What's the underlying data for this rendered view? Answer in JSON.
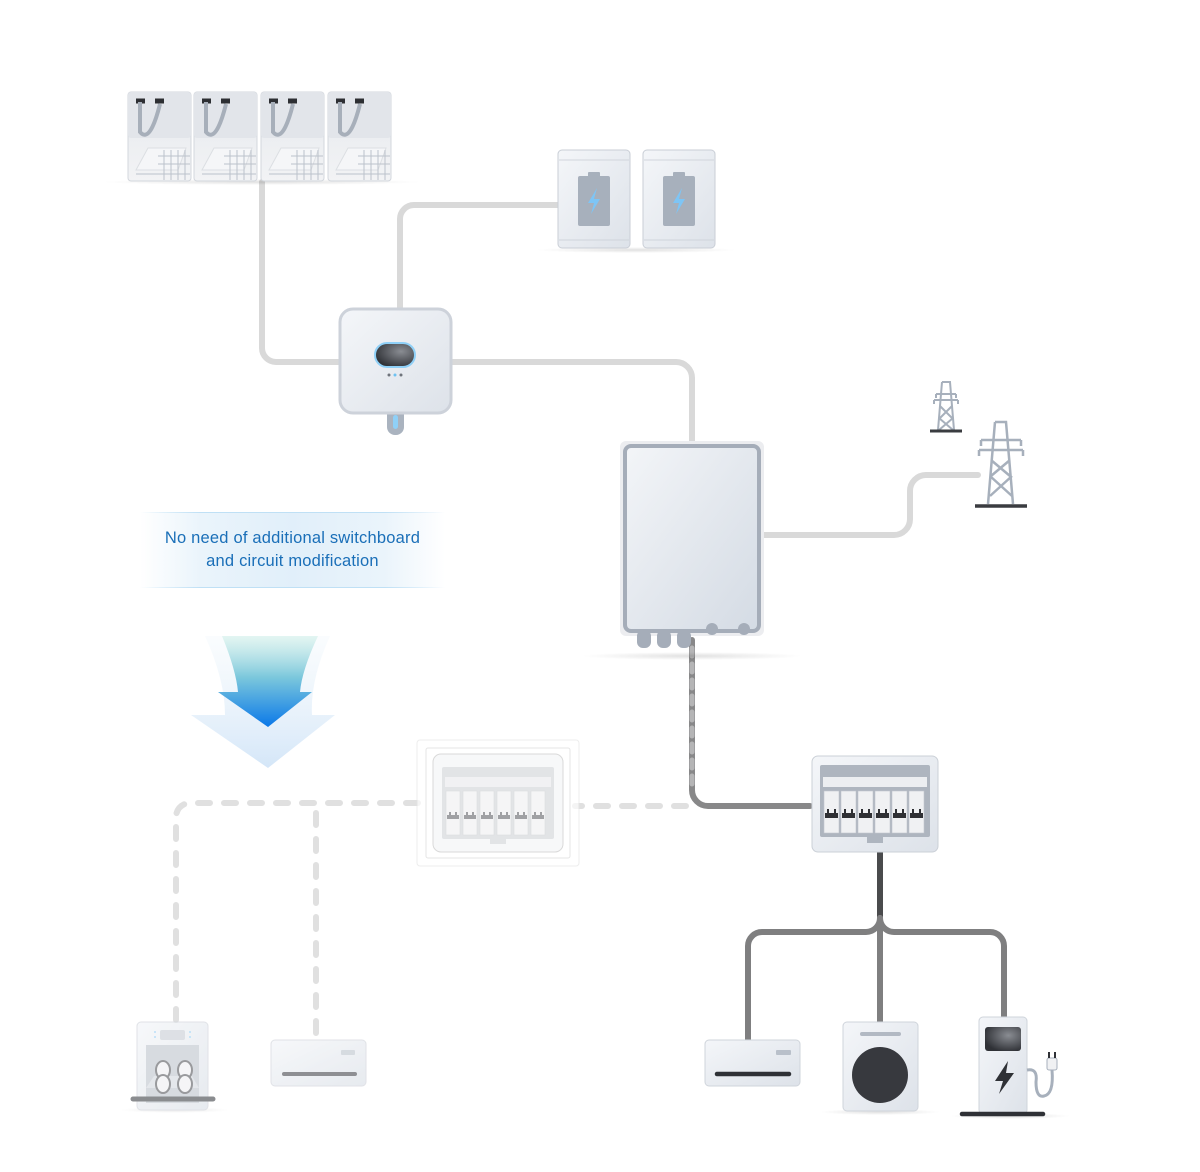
{
  "diagram": {
    "title": "Home solar energy storage system wiring",
    "caption": {
      "line1": "No need of additional switchboard",
      "line2": "and circuit modification"
    },
    "components": {
      "solar_panels": {
        "label": "solar-panels",
        "count": 4
      },
      "batteries": {
        "label": "battery-modules",
        "count": 2
      },
      "inverter": {
        "label": "hybrid-inverter"
      },
      "backup_box": {
        "label": "backup-box"
      },
      "grid": {
        "label": "utility-grid",
        "towers": 2
      },
      "old_switchboard": {
        "label": "additional-switchboard",
        "state": "not-needed",
        "breakers": 6
      },
      "main_switchboard": {
        "label": "existing-switchboard",
        "breakers": 6
      },
      "loads_removed": [
        "dishwasher",
        "air-conditioner"
      ],
      "loads_connected": [
        "air-conditioner",
        "washing-machine",
        "ev-charger"
      ]
    },
    "colors": {
      "caption_text": "#1a6fb8",
      "wire_light": "#d9d9d9",
      "wire_dark": "#7f7f80",
      "wire_darker": "#4a4b4d",
      "wire_dashed": "#e0e0e0",
      "device_body": "#e3e6eb",
      "device_border": "#c9ced6",
      "icon_slate": "#a7b0bc",
      "icon_blue": "#7ec5f5",
      "arrow_top": "#c9ede6",
      "arrow_bottom": "#0a7ae6"
    }
  }
}
